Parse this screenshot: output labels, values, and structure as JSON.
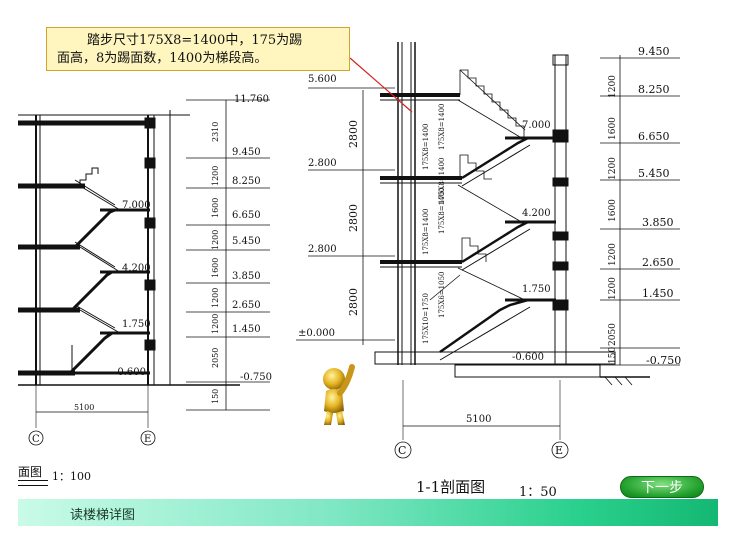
{
  "callout": {
    "line1": "踏步尺寸175X8=1400中，175为踢",
    "line2": "面高，8为踢面数，1400为梯段高。"
  },
  "left_drawing": {
    "elevations": [
      "11.760",
      "9.450",
      "8.250",
      "7.000",
      "6.650",
      "5.450",
      "4.200",
      "3.850",
      "2.650",
      "1.450",
      "1.750",
      "-0.600",
      "-0.750"
    ],
    "dims": [
      "2310",
      "1200",
      "1600",
      "1200",
      "1600",
      "1200",
      "1200",
      "2050",
      "150"
    ],
    "width_dim": "5100",
    "axis_left": "C",
    "axis_right": "E",
    "title": "面图",
    "scale": "1：100"
  },
  "right_drawing": {
    "elevations": [
      "9.450",
      "8.250",
      "6.650",
      "5.450",
      "3.850",
      "2.650",
      "1.450",
      "-0.750"
    ],
    "left_elevations": [
      "5.600",
      "2.800",
      "2.800",
      "±0.000"
    ],
    "landing_elevations": [
      "7.000",
      "4.200",
      "1.750",
      "-0.600"
    ],
    "dims_right": [
      "1200",
      "1600",
      "1200",
      "1600",
      "1200",
      "1200",
      "2050",
      "150"
    ],
    "dims_left": [
      "2800",
      "2800",
      "2800"
    ],
    "flight_labels": [
      "175X8=1400",
      "175X8=1400",
      "175X8=1400",
      "175X8=1400",
      "175X8=1400",
      "175X10=1750",
      "175X6=1050"
    ],
    "width_dim": "5100",
    "axis_left": "C",
    "axis_right": "E",
    "title": "1-1剖面图",
    "scale": "1：50"
  },
  "next_button": "下一步",
  "bottom_bar": "读楼梯详图"
}
